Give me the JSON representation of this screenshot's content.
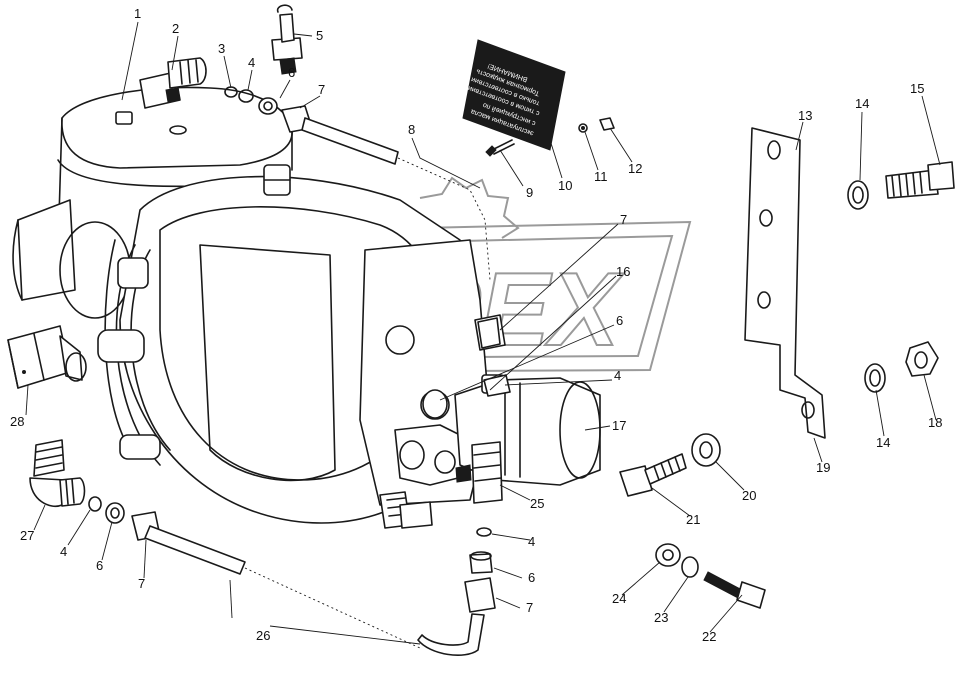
{
  "watermark": {
    "text": "OPEX"
  },
  "warning_plate": {
    "heading": "ВНИМАНИЕ!",
    "lines": [
      "Тормозная жидкость",
      "только в соответствии",
      "с типом в соответствии",
      "с инструкцией по",
      "эксплуатации масла"
    ]
  },
  "callouts": [
    {
      "id": "c1",
      "text": "1"
    },
    {
      "id": "c2",
      "text": "2"
    },
    {
      "id": "c3",
      "text": "3"
    },
    {
      "id": "c4a",
      "text": "4"
    },
    {
      "id": "c5",
      "text": "5"
    },
    {
      "id": "c6a",
      "text": "6"
    },
    {
      "id": "c7a",
      "text": "7"
    },
    {
      "id": "c8",
      "text": "8"
    },
    {
      "id": "c9",
      "text": "9"
    },
    {
      "id": "c10",
      "text": "10"
    },
    {
      "id": "c11",
      "text": "11"
    },
    {
      "id": "c12",
      "text": "12"
    },
    {
      "id": "c13",
      "text": "13"
    },
    {
      "id": "c14a",
      "text": "14"
    },
    {
      "id": "c15",
      "text": "15"
    },
    {
      "id": "c7b",
      "text": "7"
    },
    {
      "id": "c16",
      "text": "16"
    },
    {
      "id": "c6b",
      "text": "6"
    },
    {
      "id": "c4b",
      "text": "4"
    },
    {
      "id": "c17",
      "text": "17"
    },
    {
      "id": "c18",
      "text": "18"
    },
    {
      "id": "c14b",
      "text": "14"
    },
    {
      "id": "c19",
      "text": "19"
    },
    {
      "id": "c28",
      "text": "28"
    },
    {
      "id": "c20",
      "text": "20"
    },
    {
      "id": "c21",
      "text": "21"
    },
    {
      "id": "c25",
      "text": "25"
    },
    {
      "id": "c27",
      "text": "27"
    },
    {
      "id": "c4c",
      "text": "4"
    },
    {
      "id": "c6c",
      "text": "6"
    },
    {
      "id": "c7c",
      "text": "7"
    },
    {
      "id": "c4d",
      "text": "4"
    },
    {
      "id": "c6d",
      "text": "6"
    },
    {
      "id": "c7d",
      "text": "7"
    },
    {
      "id": "c24",
      "text": "24"
    },
    {
      "id": "c23",
      "text": "23"
    },
    {
      "id": "c22",
      "text": "22"
    },
    {
      "id": "c26",
      "text": "26"
    }
  ]
}
